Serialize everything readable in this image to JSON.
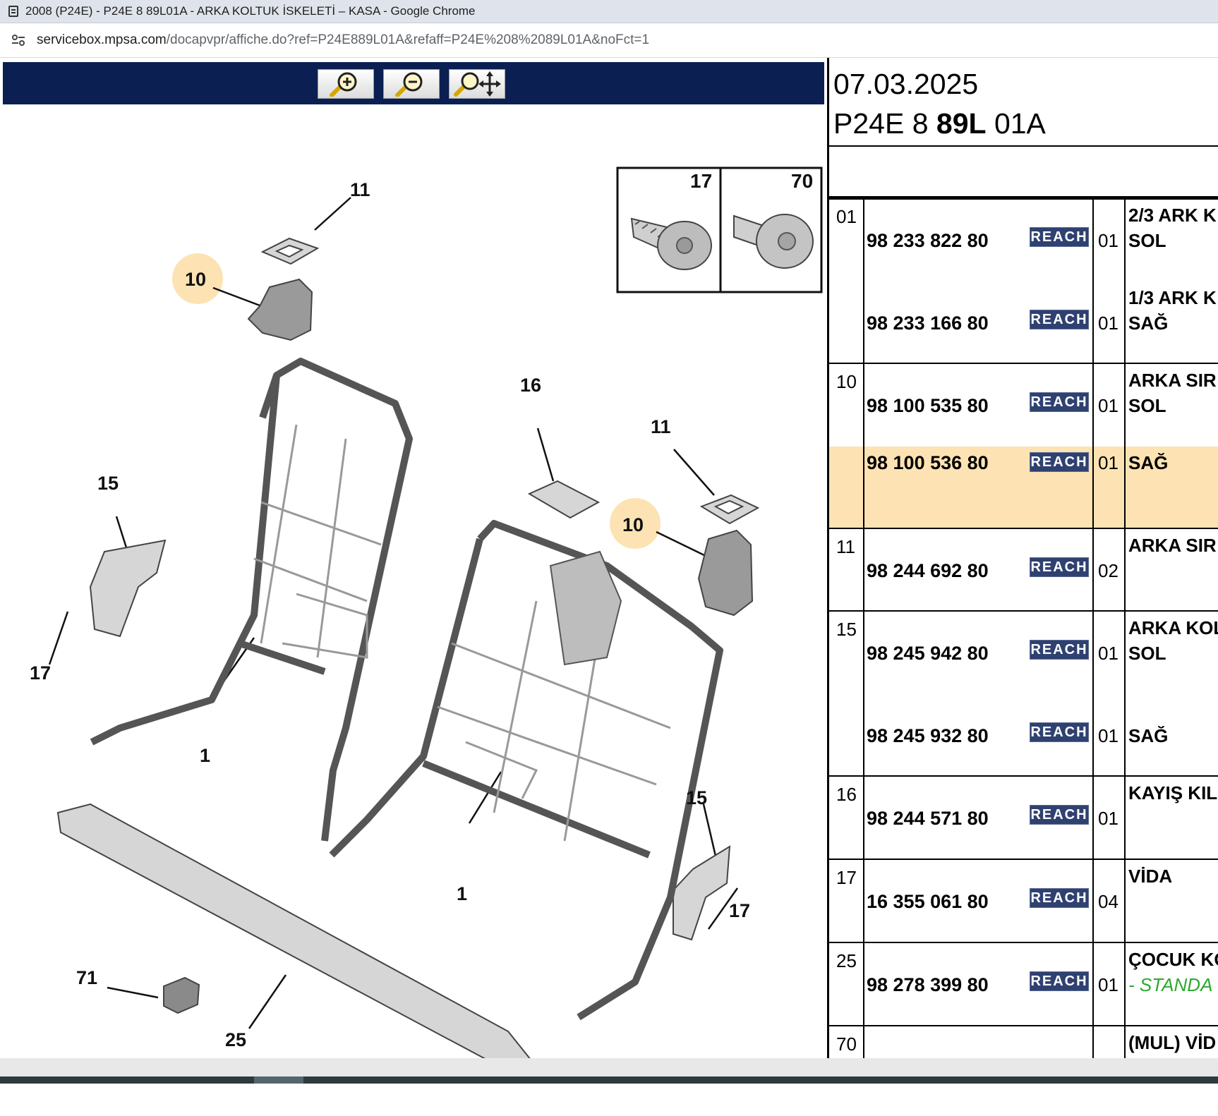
{
  "window": {
    "title": "2008 (P24E) - P24E 8 89L01A - ARKA KOLTUK İSKELETİ – KASA - Google Chrome"
  },
  "address": {
    "host": "servicebox.mpsa.com",
    "path": "/docapvpr/affiche.do?ref=P24E889L01A&refaff=P24E%208%2089L01A&noFct=1"
  },
  "diagram": {
    "inset_labels": [
      "17",
      "70"
    ],
    "callouts": {
      "c11a": "11",
      "c10a": "10",
      "c16": "16",
      "c11b": "11",
      "c10b": "10",
      "c15a": "15",
      "c17a": "17",
      "c1a": "1",
      "c1b": "1",
      "c15b": "15",
      "c17b": "17",
      "c71": "71",
      "c25": "25"
    },
    "colors": {
      "highlight": "#fde3b3",
      "toolbar": "#0b1f52"
    }
  },
  "header": {
    "date": "07.03.2025",
    "ref_prefix": "P24E 8 ",
    "ref_bold": "89L",
    "ref_suffix": " 01A"
  },
  "reach_label": "REACH",
  "parts": [
    {
      "no": "01",
      "entries": [
        {
          "desc1": "2/3 ARK K",
          "pn": "98 233 822 80",
          "qty": "01",
          "desc2": "SOL"
        },
        {
          "desc1": "1/3 ARK K",
          "pn": "98 233 166 80",
          "qty": "01",
          "desc2": "SAĞ"
        }
      ]
    },
    {
      "no": "10",
      "entries": [
        {
          "desc1": "ARKA SIR",
          "pn": "98 100 535 80",
          "qty": "01",
          "desc2": "SOL"
        },
        {
          "desc1": "",
          "pn": "98 100 536 80",
          "qty": "01",
          "desc2": "SAĞ",
          "highlighted": true
        }
      ]
    },
    {
      "no": "11",
      "entries": [
        {
          "desc1": "ARKA SIR",
          "pn": "98 244 692 80",
          "qty": "02",
          "desc2": ""
        }
      ]
    },
    {
      "no": "15",
      "entries": [
        {
          "desc1": "ARKA KOL",
          "pn": "98 245 942 80",
          "qty": "01",
          "desc2": "SOL"
        },
        {
          "desc1": "",
          "pn": "98 245 932 80",
          "qty": "01",
          "desc2": "SAĞ"
        }
      ]
    },
    {
      "no": "16",
      "entries": [
        {
          "desc1": "KAYIŞ KIL",
          "pn": "98 244 571 80",
          "qty": "01",
          "desc2": ""
        }
      ]
    },
    {
      "no": "17",
      "entries": [
        {
          "desc1": "VİDA",
          "pn": "16 355 061 80",
          "qty": "04",
          "desc2": ""
        }
      ]
    },
    {
      "no": "25",
      "entries": [
        {
          "desc1": "ÇOCUK KO",
          "pn": "98 278 399 80",
          "qty": "01",
          "desc2_green": "- STANDA"
        }
      ]
    },
    {
      "no": "70",
      "entries": [
        {
          "desc1": "(MUL) VİD",
          "pn": "",
          "qty": "",
          "desc2": ""
        }
      ]
    }
  ]
}
